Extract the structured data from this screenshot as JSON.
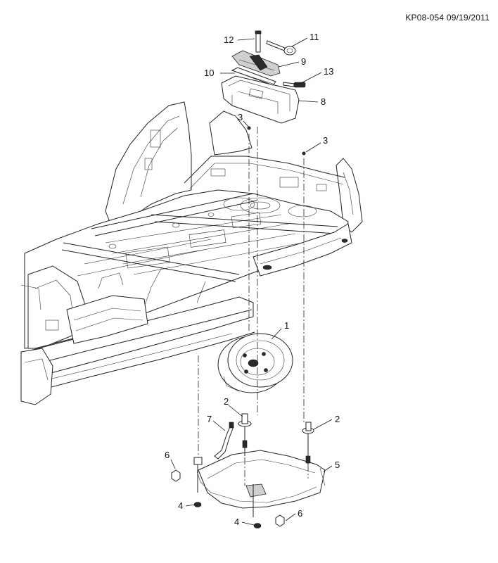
{
  "header": {
    "code": "KP08-054 09/19/2011"
  },
  "callouts": [
    "1",
    "2",
    "2",
    "3",
    "3",
    "4",
    "4",
    "5",
    "6",
    "6",
    "7",
    "8",
    "9",
    "10",
    "11",
    "12",
    "13"
  ]
}
